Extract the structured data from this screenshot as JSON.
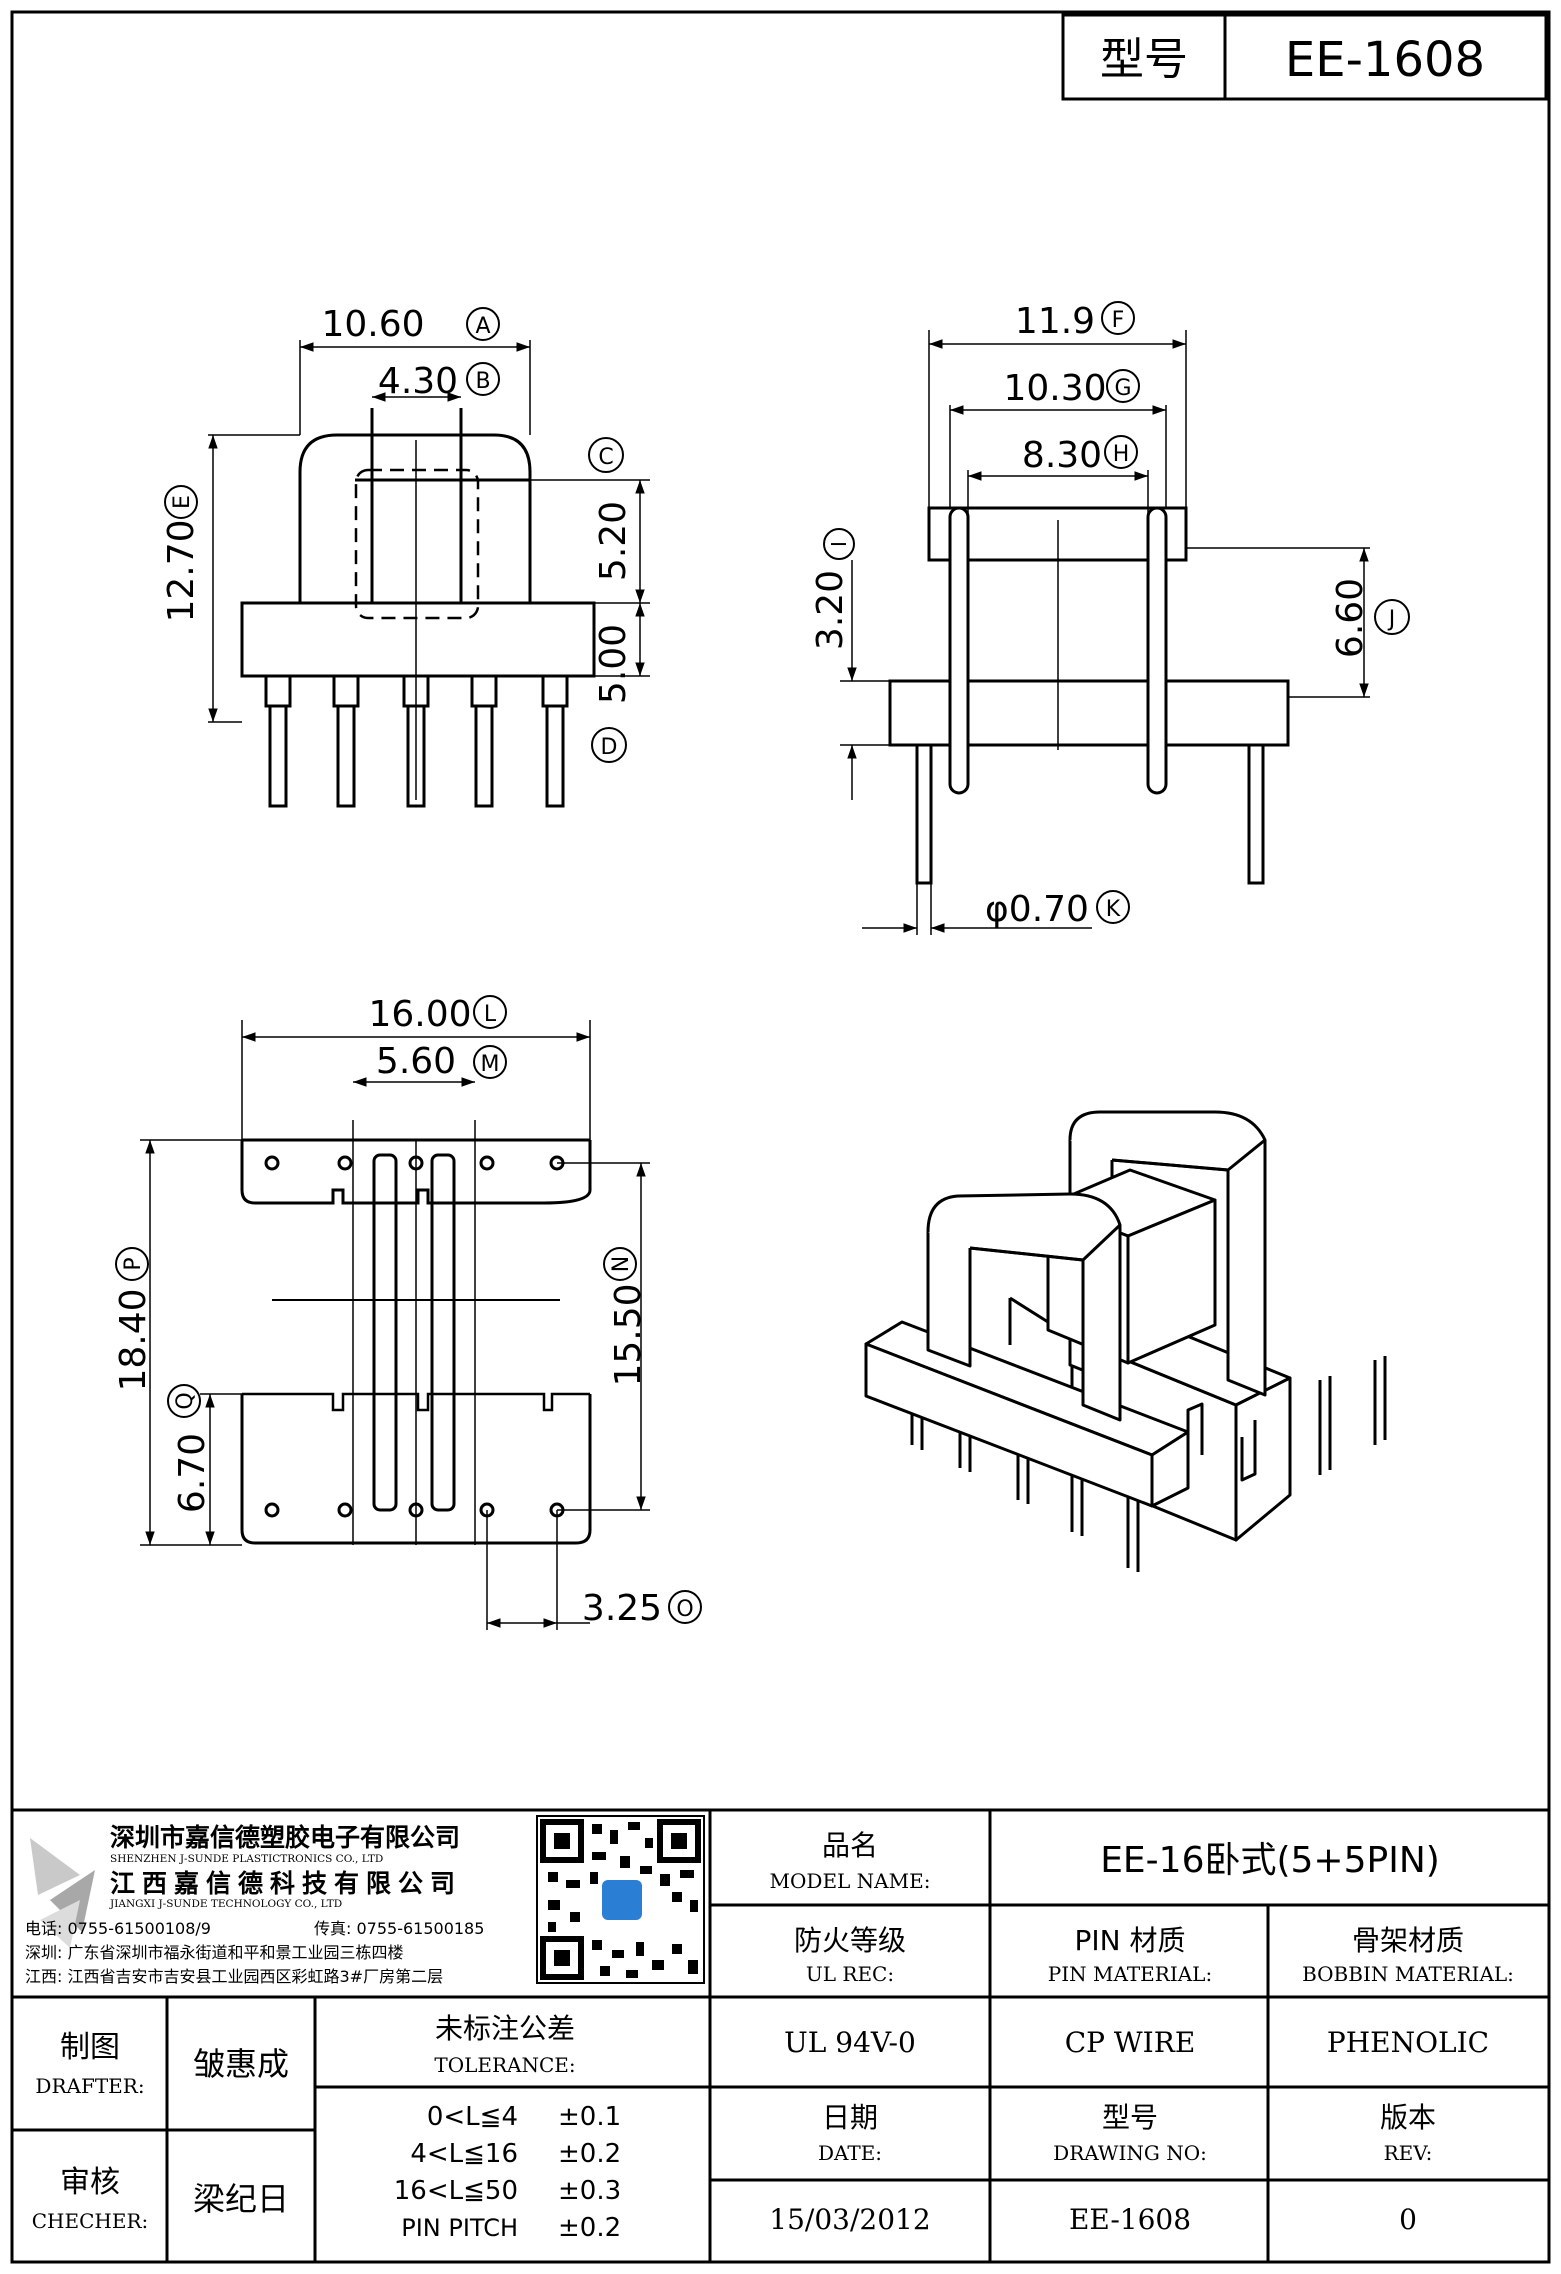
{
  "header": {
    "type_label": "型号",
    "type_value": "EE-1608"
  },
  "views": {
    "front": {
      "dims": [
        {
          "value": "10.60",
          "tag": "A"
        },
        {
          "value": "4.30",
          "tag": "B"
        },
        {
          "value": "",
          "tag": "C"
        },
        {
          "value": "5.20",
          "tag": ""
        },
        {
          "value": "5.00",
          "tag": ""
        },
        {
          "value": "",
          "tag": "D"
        },
        {
          "value": "12.70",
          "tag": "E"
        }
      ]
    },
    "side": {
      "dims": [
        {
          "value": "11.9",
          "tag": "F"
        },
        {
          "value": "10.30",
          "tag": "G"
        },
        {
          "value": "8.30",
          "tag": "H"
        },
        {
          "value": "3.20",
          "tag": "I"
        },
        {
          "value": "6.60",
          "tag": "J"
        },
        {
          "value": "φ0.70",
          "tag": "K"
        }
      ]
    },
    "bottom": {
      "dims": [
        {
          "value": "16.00",
          "tag": "L"
        },
        {
          "value": "5.60",
          "tag": "M"
        },
        {
          "value": "15.50",
          "tag": "N"
        },
        {
          "value": "18.40",
          "tag": "P"
        },
        {
          "value": "6.70",
          "tag": "Q"
        },
        {
          "value": "3.25",
          "tag": "O"
        }
      ]
    }
  },
  "title_block": {
    "company": {
      "name_cn": "深圳市嘉信德塑胶电子有限公司",
      "name_en": "SHENZHEN J-SUNDE PLASTICTRONICS CO., LTD",
      "name2_cn": "江西嘉信德科技有限公司",
      "name2_en": "JIANGXI J-SUNDE TECHNOLOGY CO., LTD",
      "phone": "电话: 0755-61500108/9",
      "fax": "传真: 0755-61500185",
      "addr1": "深圳: 广东省深圳市福永街道和平和景工业园三栋四楼",
      "addr2": "江西: 江西省吉安市吉安县工业园西区彩虹路3#厂房第二层"
    },
    "model_name": {
      "label_cn": "品名",
      "label_en": "MODEL NAME:",
      "value": "EE-16卧式(5+5PIN)"
    },
    "ul_rec": {
      "label_cn": "防火等级",
      "label_en": "UL REC:",
      "value": "UL 94V-0"
    },
    "pin_material": {
      "label_cn": "PIN 材质",
      "label_en": "PIN MATERIAL:",
      "value": "CP WIRE"
    },
    "bobbin_material": {
      "label_cn": "骨架材质",
      "label_en": "BOBBIN MATERIAL:",
      "value": "PHENOLIC"
    },
    "drafter": {
      "label_cn": "制图",
      "label_en": "DRAFTER:",
      "value": "皱惠成"
    },
    "checker": {
      "label_cn": "审核",
      "label_en": "CHECHER:",
      "value": "梁纪日"
    },
    "tolerance": {
      "label_cn": "未标注公差",
      "label_en": "TOLERANCE:",
      "rows": [
        {
          "range": "0<L≦4",
          "value": "±0.1"
        },
        {
          "range": "4<L≦16",
          "value": "±0.2"
        },
        {
          "range": "16<L≦50",
          "value": "±0.3"
        },
        {
          "range": "PIN PITCH",
          "value": "±0.2"
        }
      ]
    },
    "date": {
      "label_cn": "日期",
      "label_en": "DATE:",
      "value": "15/03/2012"
    },
    "drawing_no": {
      "label_cn": "型号",
      "label_en": "DRAWING NO:",
      "value": "EE-1608"
    },
    "rev": {
      "label_cn": "版本",
      "label_en": "REV:",
      "value": "0"
    }
  }
}
